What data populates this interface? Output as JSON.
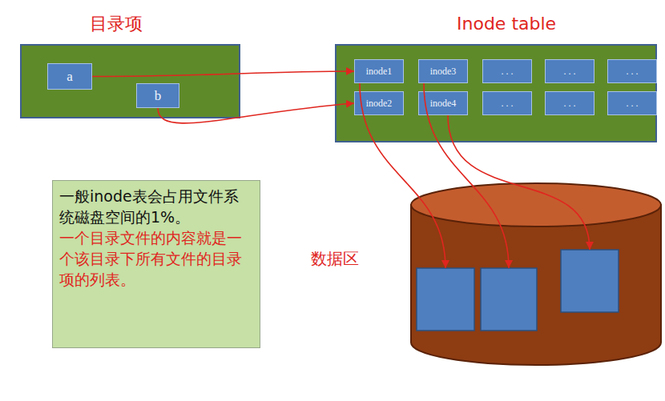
{
  "diagram": {
    "nodes": [
      {
        "text": [
          "目录项"
        ]
      },
      {
        "text": [
          "a"
        ],
        "in": 0
      },
      {
        "text": [
          "b"
        ],
        "in": 0
      },
      {
        "text": [
          "Inode table"
        ]
      },
      {
        "text": [
          "inode1"
        ],
        "in": 3
      },
      {
        "text": [
          "inode3"
        ],
        "in": 3
      },
      {
        "text": [
          ". . ."
        ],
        "in": 3
      },
      {
        "text": [
          ". . ."
        ],
        "in": 3
      },
      {
        "text": [
          ". . ."
        ],
        "in": 3
      },
      {
        "text": [
          "inode2"
        ],
        "in": 3
      },
      {
        "text": [
          "inode4"
        ],
        "in": 3
      },
      {
        "text": [
          ". . ."
        ],
        "in": 3
      },
      {
        "text": [
          ". . ."
        ],
        "in": 3
      },
      {
        "text": [
          ". . ."
        ],
        "in": 3
      },
      {
        "text": [
          "一般inode表会占用文件系统磁盘空间的1%。",
          "一个目录文件的内容就是一个该目录下所有文件的目录项的列表。"
        ]
      },
      {
        "text": [
          "数据区"
        ]
      }
    ],
    "edges": [
      {
        "from": 1,
        "to": 4,
        "arrow": "to"
      },
      {
        "from": 2,
        "to": 9,
        "arrow": "to"
      },
      {
        "from": 4,
        "to": 15,
        "arrow": "to"
      },
      {
        "from": 5,
        "to": 15,
        "arrow": "to"
      },
      {
        "from": 10,
        "to": 15,
        "arrow": "to"
      }
    ]
  }
}
